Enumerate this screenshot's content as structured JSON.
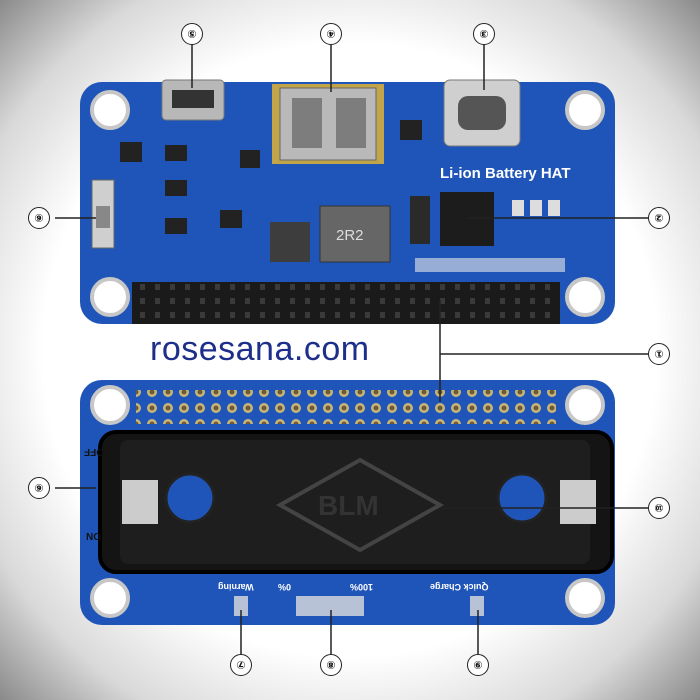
{
  "watermark": "rosesana.com",
  "board_title": "Li-ion Battery HAT",
  "inductor_label": "2R2",
  "battery_holder_mark": "BLM",
  "silkscreen": {
    "warning": "Warning",
    "percent_low": "0%",
    "percent_high": "100%",
    "quick_charge": "Quick Charge",
    "off": "OFF",
    "on": "ON"
  },
  "callouts": [
    "①",
    "②",
    "③",
    "④",
    "⑤",
    "⑥",
    "⑦",
    "⑧",
    "⑨",
    "⑩"
  ],
  "colors": {
    "pcb": "#1f55b8",
    "header": "#1b1b1b",
    "watermark": "#1d2f8a"
  }
}
